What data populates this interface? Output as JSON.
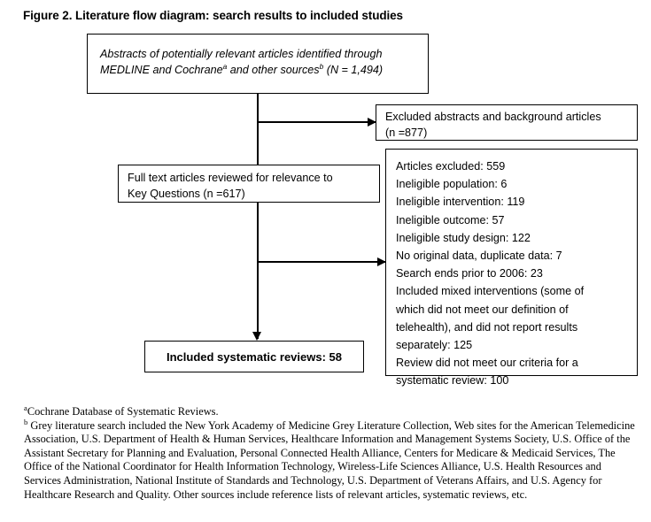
{
  "figure": {
    "title": "Figure 2. Literature flow diagram: search results to included studies"
  },
  "diagram": {
    "type": "flow-diagram",
    "boxes": {
      "abstracts": {
        "line1": "Abstracts of potentially relevant articles identified through",
        "line2_a": "MEDLINE and Cochrane",
        "sup_a": "a",
        "line2_b": " and other sources",
        "sup_b": "b",
        "line2_c": " (N = 1,494)",
        "n": "1,494"
      },
      "excluded_abstracts": {
        "line1": "Excluded abstracts and background articles",
        "line2": "(n =877)",
        "n": "877"
      },
      "fulltext": {
        "line1": "Full text articles reviewed for relevance to",
        "line2": "Key Questions (n =617)",
        "n": "617"
      },
      "exclusions": {
        "items": [
          "Articles excluded: 559",
          "Ineligible population: 6",
          "Ineligible intervention: 119",
          "Ineligible outcome: 57",
          "Ineligible study design: 122",
          "No original data, duplicate data: 7",
          "Search ends prior to 2006: 23",
          "Included mixed interventions (some of",
          "which did not meet our definition of",
          "telehealth), and did not report results",
          "separately: 125",
          "Review did not meet our criteria for a",
          "systematic review: 100"
        ]
      },
      "included": {
        "label": "Included systematic reviews: 58",
        "n": "58"
      }
    }
  },
  "footnotes": [
    {
      "marker": "a",
      "text": "Cochrane Database of Systematic Reviews."
    },
    {
      "marker": "b",
      "text": " Grey literature search included the New York Academy of Medicine Grey Literature Collection, Web sites for the American Telemedicine Association, U.S. Department of Health & Human Services, Healthcare Information and Management Systems Society, U.S. Office of the Assistant Secretary for Planning and Evaluation, Personal Connected Health Alliance, Centers for Medicare & Medicaid Services, The Office of the National Coordinator for Health Information Technology, Wireless-Life Sciences Alliance, U.S. Health Resources and Services Administration, National Institute of Standards and Technology, U.S. Department of Veterans Affairs, and U.S. Agency for Healthcare Research and Quality. Other sources include reference lists of relevant articles, systematic reviews, etc."
    }
  ]
}
